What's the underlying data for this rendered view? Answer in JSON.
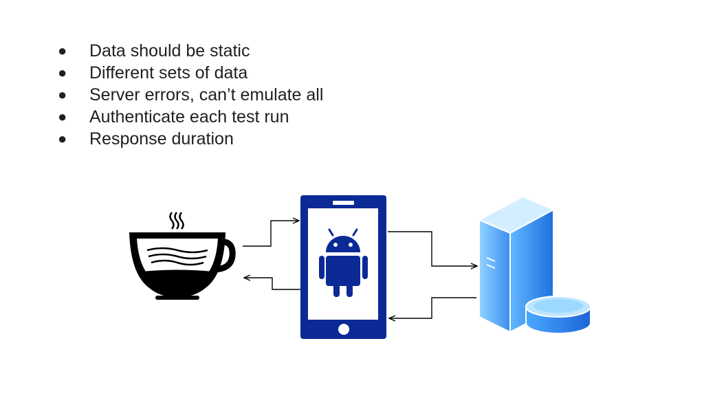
{
  "slide": {
    "bullet_glyph": "●",
    "bullets": [
      "Data should be static",
      "Different sets of data",
      "Server errors, can’t emulate all",
      "Authenticate each test run",
      "Response duration"
    ]
  },
  "diagram": {
    "nodes": [
      "coffee-cup-icon",
      "android-phone-icon",
      "server-database-icon"
    ],
    "arrows": [
      {
        "from": "coffee-cup-icon",
        "to": "android-phone-icon"
      },
      {
        "from": "android-phone-icon",
        "to": "coffee-cup-icon"
      },
      {
        "from": "android-phone-icon",
        "to": "server-database-icon"
      },
      {
        "from": "server-database-icon",
        "to": "android-phone-icon"
      }
    ],
    "colors": {
      "phone": "#0b2a96",
      "android": "#0b2a96",
      "server_light": "#8fd3ff",
      "server_dark": "#1f6fe0",
      "cup": "#000000",
      "arrow": "#000000"
    }
  }
}
